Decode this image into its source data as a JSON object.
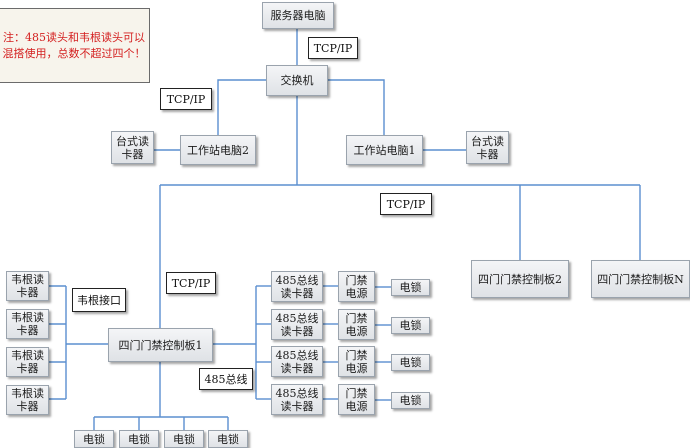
{
  "note": {
    "text": "注：485读头和韦根读头可以\n混搭使用，总数不超过四个！"
  },
  "nodes": {
    "server": "服务器电脑",
    "switch": "交换机",
    "workstation2": "工作站电脑2",
    "workstation1": "工作站电脑1",
    "desk_reader_left": "台式读\n卡器",
    "desk_reader_right": "台式读\n卡器",
    "controller1": "四门门禁控制板1",
    "controller2": "四门门禁控制板2",
    "controllerN": "四门门禁控制板N",
    "wiegand_readers": [
      "韦根读\n卡器",
      "韦根读\n卡器",
      "韦根读\n卡器",
      "韦根读\n卡器"
    ],
    "rs485_readers": [
      "485总线\n读卡器",
      "485总线\n读卡器",
      "485总线\n读卡器",
      "485总线\n读卡器"
    ],
    "door_power": [
      "门禁\n电源",
      "门禁\n电源",
      "门禁\n电源",
      "门禁\n电源"
    ],
    "right_locks": [
      "电锁",
      "电锁",
      "电锁",
      "电锁"
    ],
    "bottom_locks": [
      "电锁",
      "电锁",
      "电锁",
      "电锁"
    ]
  },
  "labels": {
    "tcpip_top": "TCP/IP",
    "tcpip_left": "TCP/IP",
    "tcpip_mid": "TCP/IP",
    "tcpip_controller": "TCP/IP",
    "wiegand_port": "韦根接口",
    "rs485_bus": "485总线"
  },
  "colors": {
    "wire": "#5b8fcf",
    "note_text": "#d42020",
    "box_border": "#9aa3ad"
  }
}
